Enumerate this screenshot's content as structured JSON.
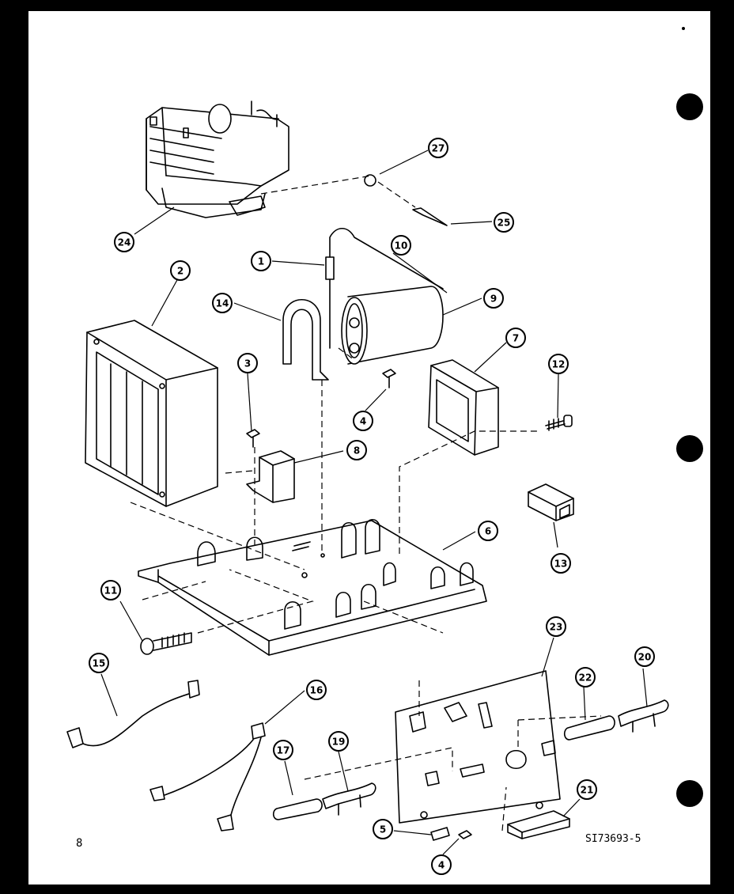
{
  "document": {
    "page_number": "8",
    "diagram_id": "SI73693-5"
  },
  "callouts": [
    {
      "id": "c24",
      "label": "24"
    },
    {
      "id": "c27",
      "label": "27"
    },
    {
      "id": "c25",
      "label": "25"
    },
    {
      "id": "c1",
      "label": "1"
    },
    {
      "id": "c10",
      "label": "10"
    },
    {
      "id": "c2",
      "label": "2"
    },
    {
      "id": "c14",
      "label": "14"
    },
    {
      "id": "c9",
      "label": "9"
    },
    {
      "id": "c7",
      "label": "7"
    },
    {
      "id": "c12",
      "label": "12"
    },
    {
      "id": "c3",
      "label": "3"
    },
    {
      "id": "c4a",
      "label": "4"
    },
    {
      "id": "c8",
      "label": "8"
    },
    {
      "id": "c6",
      "label": "6"
    },
    {
      "id": "c13",
      "label": "13"
    },
    {
      "id": "c11",
      "label": "11"
    },
    {
      "id": "c23",
      "label": "23"
    },
    {
      "id": "c15",
      "label": "15"
    },
    {
      "id": "c16",
      "label": "16"
    },
    {
      "id": "c20",
      "label": "20"
    },
    {
      "id": "c22",
      "label": "22"
    },
    {
      "id": "c17",
      "label": "17"
    },
    {
      "id": "c19",
      "label": "19"
    },
    {
      "id": "c21",
      "label": "21"
    },
    {
      "id": "c5",
      "label": "5"
    },
    {
      "id": "c4b",
      "label": "4"
    }
  ]
}
